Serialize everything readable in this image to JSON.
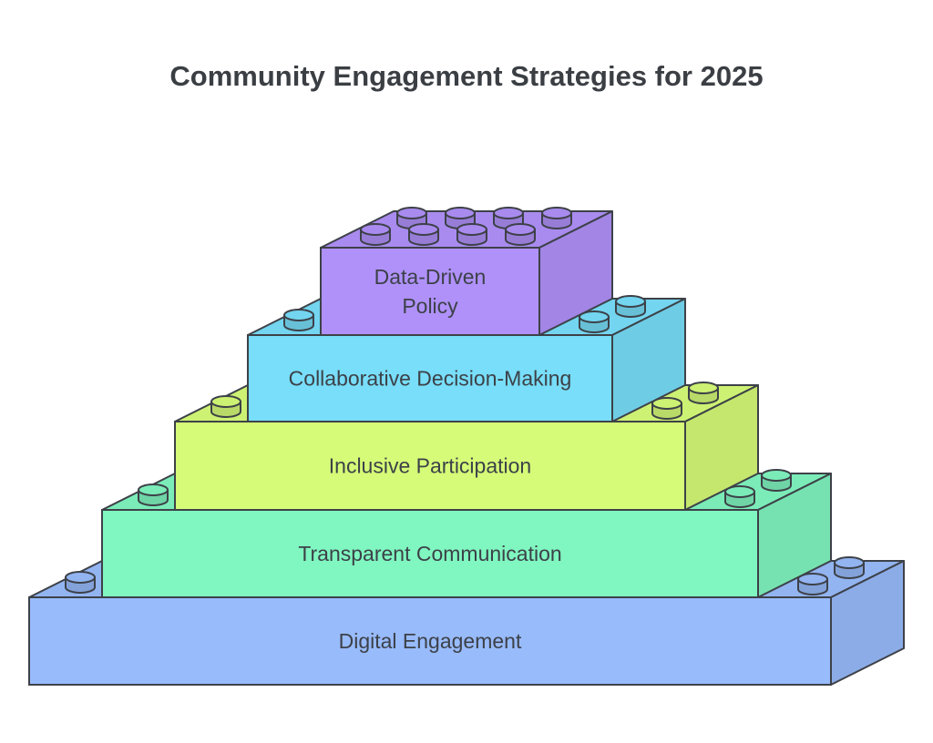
{
  "title": "Community Engagement Strategies for 2025",
  "blocks": [
    {
      "lines": [
        "Digital Engagement"
      ],
      "color": "#98bbfb"
    },
    {
      "lines": [
        "Transparent Communication"
      ],
      "color": "#80f6c0"
    },
    {
      "lines": [
        "Inclusive Participation"
      ],
      "color": "#d6fb78"
    },
    {
      "lines": [
        "Collaborative Decision-Making"
      ],
      "color": "#78def9"
    },
    {
      "lines": [
        "Data-Driven",
        "Policy"
      ],
      "color": "#b091f9"
    }
  ],
  "outline_color": "#3d4148"
}
